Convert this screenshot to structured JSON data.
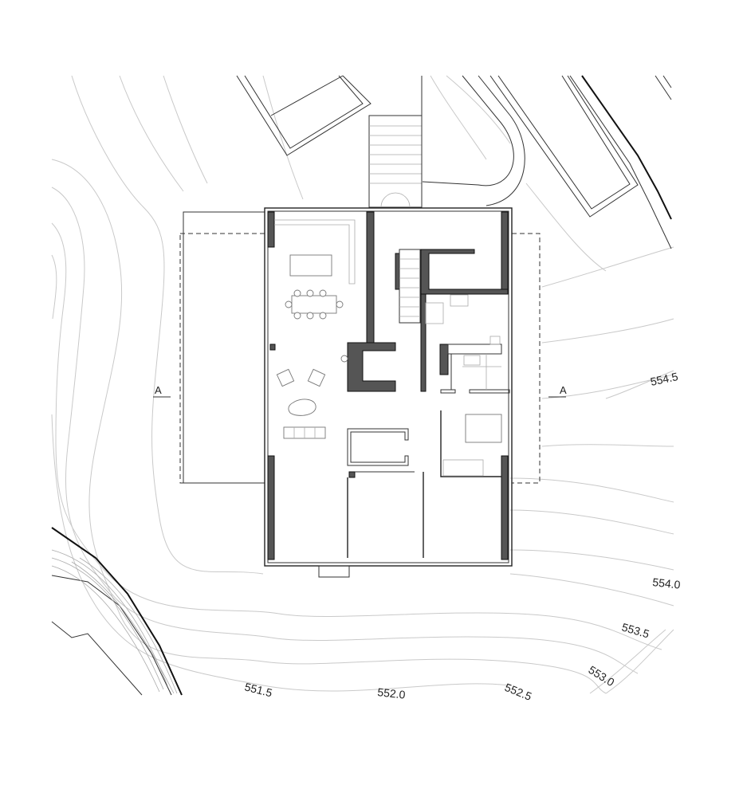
{
  "drawing": {
    "section_marker_left": "A",
    "section_marker_right": "A",
    "contour_labels": [
      "554.5",
      "554.0",
      "553.5",
      "553.0",
      "552.5",
      "552.0",
      "551.5"
    ]
  },
  "colors": {
    "background": "#ffffff",
    "wall_fill": "#555555",
    "contour": "#c9c9c9",
    "line": "#222222"
  }
}
